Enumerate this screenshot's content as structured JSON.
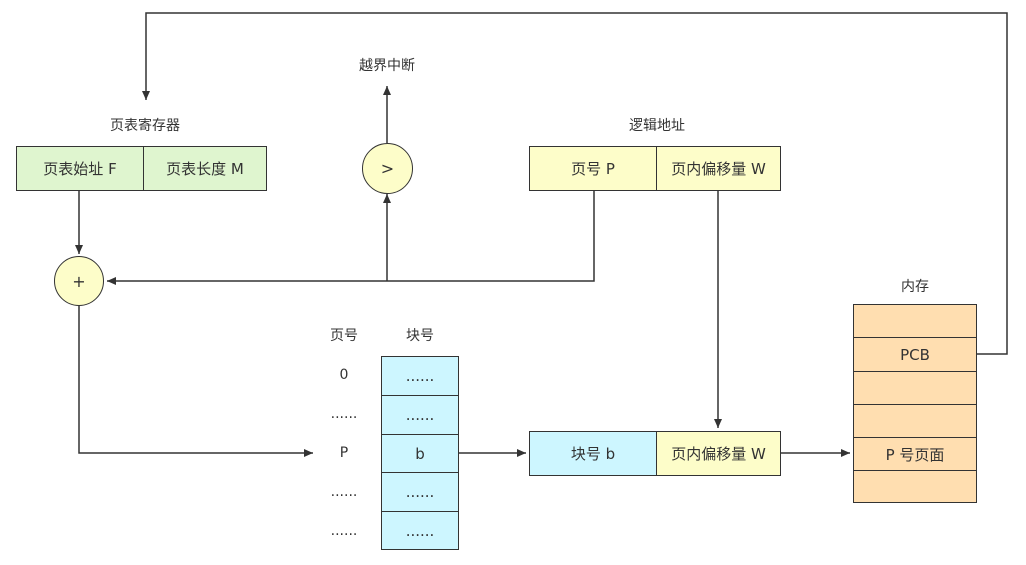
{
  "labels": {
    "page_table_register": "页表寄存器",
    "overflow_interrupt": "越界中断",
    "logical_address": "逻辑地址",
    "memory": "内存",
    "page_no_header": "页号",
    "block_no_header": "块号"
  },
  "page_table_register": {
    "start": "页表始址 F",
    "length": "页表长度 M"
  },
  "logical_address": {
    "page": "页号 P",
    "offset": "页内偏移量 W"
  },
  "physical_address": {
    "block": "块号 b",
    "offset": "页内偏移量 W"
  },
  "operators": {
    "compare": ">",
    "add": "+"
  },
  "page_table": {
    "page_numbers": [
      "0",
      "......",
      "P",
      "......",
      "......"
    ],
    "block_numbers": [
      "......",
      "......",
      "b",
      "......",
      "......"
    ]
  },
  "memory_cells": [
    "",
    "PCB",
    "",
    "",
    "P 号页面",
    ""
  ],
  "colors": {
    "green": "#dff5cf",
    "yellow": "#fdfdc9",
    "cyan": "#cdf6ff",
    "orange": "#ffdeb0"
  }
}
